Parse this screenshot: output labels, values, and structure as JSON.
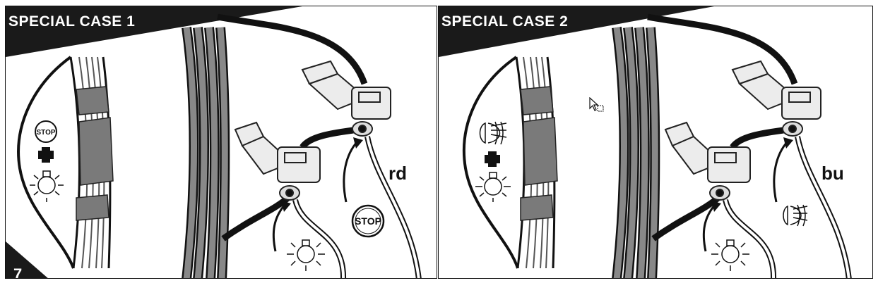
{
  "panels": [
    {
      "title": "SPECIAL CASE 1",
      "wire_label": "rd",
      "inset_symbol": "stop-light-icon",
      "bottom_symbol": "stop-light-icon"
    },
    {
      "title": "SPECIAL CASE 2",
      "wire_label": "bu",
      "inset_symbol": "fog-light-icon",
      "bottom_symbol": "fog-light-icon"
    }
  ],
  "stop_text": "STOP",
  "page_number": "7"
}
